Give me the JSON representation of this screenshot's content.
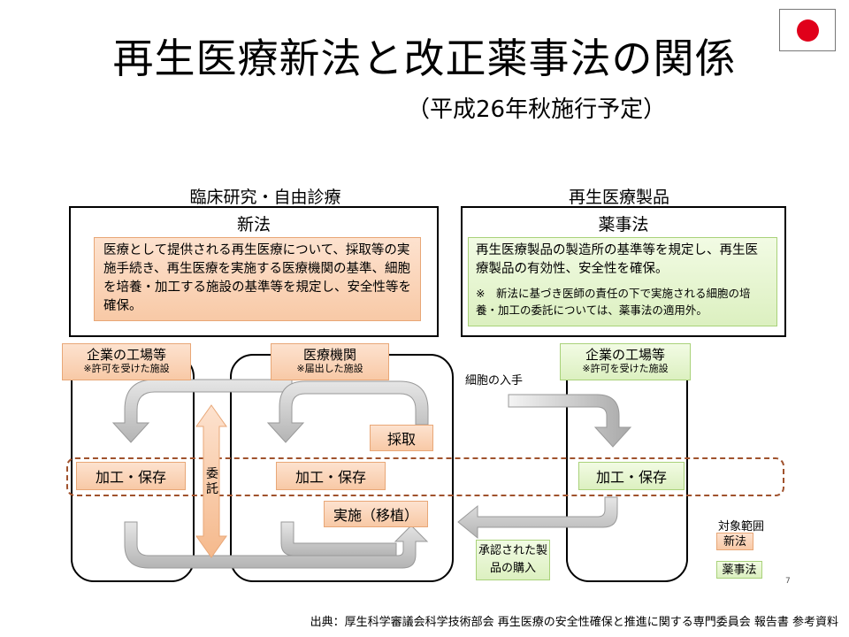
{
  "title": "再生医療新法と改正薬事法の関係",
  "subtitle": "（平成26年秋施行予定）",
  "left_section": {
    "heading": "臨床研究・自由診療",
    "law": "新法",
    "description": "医療として提供される再生医療について、採取等の実施手続き、再生医療を実施する医療機関の基準、細胞を培養・加工する施設の基準等を規定し、安全性等を確保。"
  },
  "right_section": {
    "heading": "再生医療製品",
    "law": "薬事法",
    "description": "再生医療製品の製造所の基準等を規定し、再生医療製品の有効性、安全性を確保。",
    "note": "※　新法に基づき医師の責任の下で実施される細胞の培養・加工の委託については、薬事法の適用外。"
  },
  "factory_left": {
    "label": "企業の工場等",
    "sub": "※許可を受けた施設"
  },
  "medical_institution": {
    "label": "医療機関",
    "sub": "※届出した施設"
  },
  "factory_right": {
    "label": "企業の工場等",
    "sub": "※許可を受けた施設"
  },
  "collection": "採取",
  "process_left": "加工・保存",
  "process_center": "加工・保存",
  "process_right": "加工・保存",
  "consign": "委託",
  "implant": "実施（移植）",
  "cell_acquire": "細胞の入手",
  "approved_purchase": "承認された製品の購入",
  "legend": {
    "title": "対象範囲",
    "new_law": "新法",
    "pharma_law": "薬事法"
  },
  "page_number": "7",
  "source": "出典：厚生科学審議会科学技術部会 再生医療の安全性確保と推進に関する専門委員会 報告書 参考資料",
  "colors": {
    "orange": "#f8c9a6",
    "green": "#dcf0c0",
    "dashed": "#a0522d",
    "arrow": "#c8c8c8"
  }
}
